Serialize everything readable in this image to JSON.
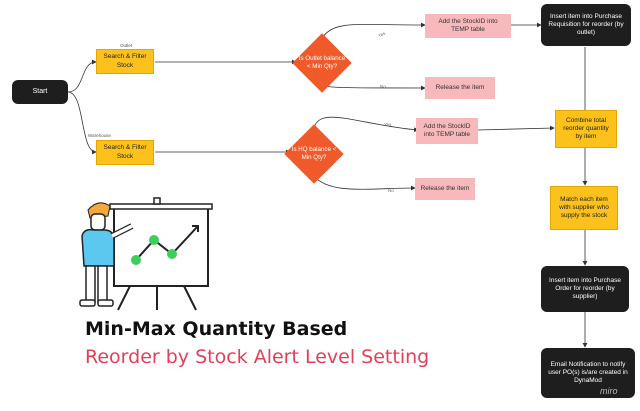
{
  "nodes": {
    "start": "Start",
    "search_outlet": "Search & Filter Stock",
    "search_warehouse": "Search & Filter Stock",
    "outlet_label": "Outlet",
    "warehouse_label": "Warehouse",
    "decision_outlet": "Is Outlet balance < Min Qty?",
    "decision_hq": "Is HQ balance < Min Qty?",
    "add_temp_outlet": "Add the StockID into TEMP table",
    "release_outlet": "Release the item",
    "add_temp_hq": "Add the StockID into TEMP table",
    "release_hq": "Release the item",
    "insert_pr": "Insert item into Purchase Requisition for reorder (by outlet)",
    "combine_total": "Combine total reorder quantity by item",
    "match_supplier": "Match each item with supplier who supply the stock",
    "insert_po": "Insert item into Purchase Order for reorder (by supplier)",
    "email_notify": "Email Notification to notify user PO(s) is/are created in DynaMod"
  },
  "edges": {
    "yes1": "Yes",
    "no1": "No",
    "yes2": "Yes",
    "no2": "No"
  },
  "title": {
    "line1": "Min-Max Quantity Based",
    "line2": "Reorder by Stock Alert Level Setting"
  },
  "watermark": "miro",
  "colors": {
    "dark": "#1e1e1e",
    "yellow": "#fcc21b",
    "pink": "#f7b9bb",
    "orange": "#f0592a",
    "accent_red": "#e0405a"
  }
}
